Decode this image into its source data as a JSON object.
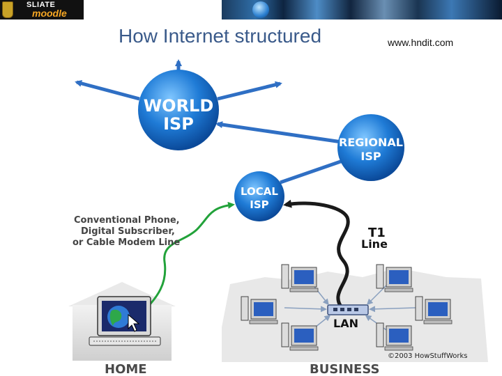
{
  "header": {
    "logo_text_top": "SLIATE",
    "logo_text_bottom": "moodle"
  },
  "slide": {
    "title": "How Internet structured",
    "site": "www.hndit.com"
  },
  "diagram": {
    "world_isp": [
      "WORLD",
      "ISP"
    ],
    "regional_isp": [
      "REGIONAL",
      "ISP"
    ],
    "local_isp": [
      "LOCAL",
      "ISP"
    ],
    "phone_line_label": [
      "Conventional Phone,",
      "Digital Subscriber,",
      "or Cable Modem Line"
    ],
    "t1_label": [
      "T1",
      "Line"
    ],
    "lan_label": "LAN",
    "home_label": "HOME",
    "business_label": "BUSINESS",
    "copyright": "©2003 HowStuffWorks",
    "colors": {
      "isp_blue": "#1f7bd6",
      "arrow_blue": "#2f6fc4",
      "cable_green": "#22a23a",
      "t1_black": "#1a1a1a"
    }
  }
}
